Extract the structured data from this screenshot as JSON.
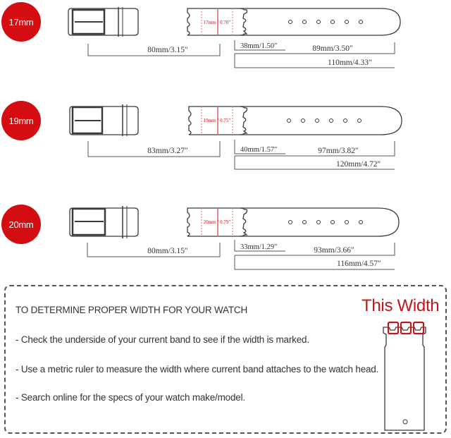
{
  "colors": {
    "badge": "#d40d12",
    "accent_red": "#c0161d",
    "outline": "#3a3a3a",
    "dimension": "#555555",
    "pink_guide": "#f28b95"
  },
  "straps": [
    {
      "size": "17mm",
      "width_label": "17mm / 0.70\"",
      "buckle_half": "80mm/3.15″",
      "lug_section": "38mm/1.50″",
      "tail_section": "89mm/3.50″",
      "tail_total": "110mm/4.33″"
    },
    {
      "size": "19mm",
      "width_label": "19mm / 0.75\"",
      "buckle_half": "83mm/3.27″",
      "lug_section": "40mm/1.57″",
      "tail_section": "97mm/3.82″",
      "tail_total": "120mm/4.72″"
    },
    {
      "size": "20mm",
      "width_label": "20mm / 0.79\"",
      "buckle_half": "80mm/3.15″",
      "lug_section": "33mm/1.29″",
      "tail_section": "93mm/3.66″",
      "tail_total": "116mm/4.57″"
    }
  ],
  "info": {
    "title": "TO DETERMINE PROPER WIDTH FOR YOUR WATCH",
    "lines": [
      "- Check the underside of your current band to see if the width is marked.",
      "- Use a metric ruler to measure the width where current band attaches to the watch head.",
      "- Search online for the specs of your watch make/model."
    ],
    "callout": "This Width"
  }
}
